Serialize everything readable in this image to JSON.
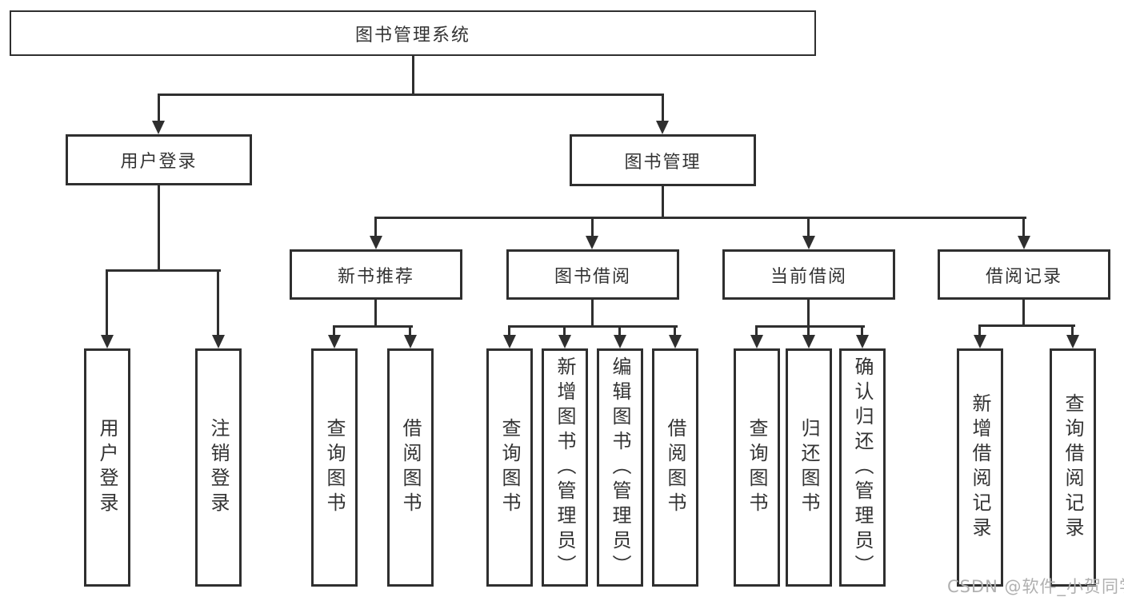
{
  "diagram": {
    "title": "图书管理系统",
    "tree": {
      "label": "图书管理系统",
      "children": [
        {
          "label": "用户登录",
          "children": [
            {
              "label": "用户登录"
            },
            {
              "label": "注销登录"
            }
          ]
        },
        {
          "label": "图书管理",
          "children": [
            {
              "label": "新书推荐",
              "children": [
                {
                  "label": "查询图书"
                },
                {
                  "label": "借阅图书"
                }
              ]
            },
            {
              "label": "图书借阅",
              "children": [
                {
                  "label": "查询图书"
                },
                {
                  "label": "新增图书（管理员）"
                },
                {
                  "label": "编辑图书（管理员）"
                },
                {
                  "label": "借阅图书"
                }
              ]
            },
            {
              "label": "当前借阅",
              "children": [
                {
                  "label": "查询图书"
                },
                {
                  "label": "归还图书"
                },
                {
                  "label": "确认归还（管理员）"
                }
              ]
            },
            {
              "label": "借阅记录",
              "children": [
                {
                  "label": "新增借阅记录"
                },
                {
                  "label": "查询借阅记录"
                }
              ]
            }
          ]
        }
      ]
    },
    "colors": {
      "line": "#2f2f2f",
      "text": "#333333",
      "box_background": "#ffffff",
      "watermark": "#b0b0b0"
    },
    "watermark": {
      "text": "CSDN @软件_小贺同学"
    }
  }
}
